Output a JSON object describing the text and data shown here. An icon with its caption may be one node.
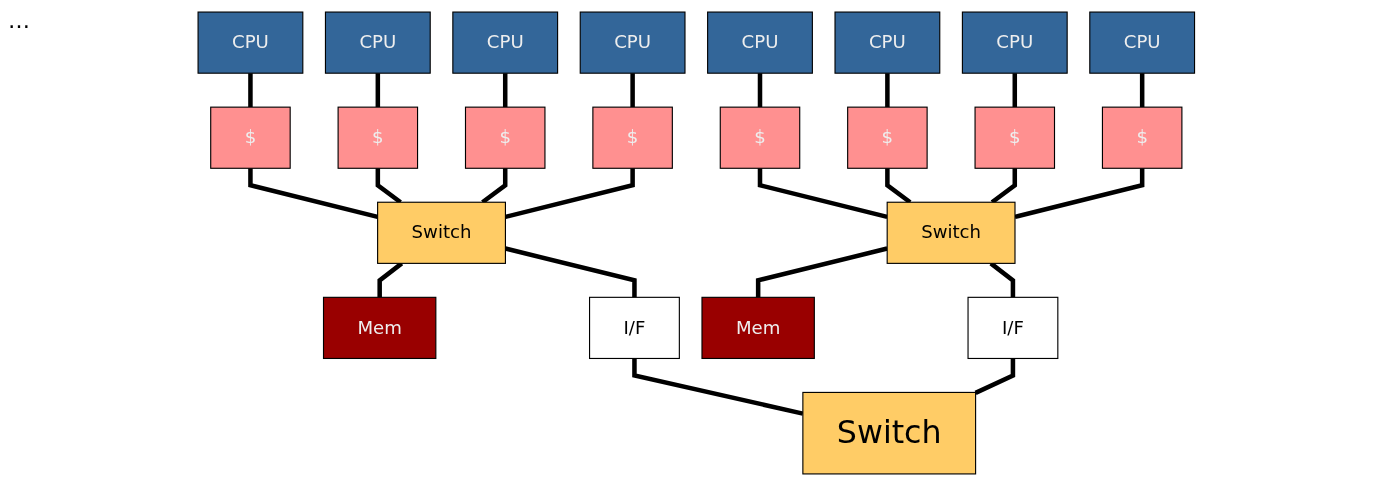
{
  "diagram": {
    "nodes": [
      {
        "text": [
          "CPU"
        ]
      },
      {
        "text": [
          "CPU"
        ]
      },
      {
        "text": [
          "CPU"
        ]
      },
      {
        "text": [
          "CPU"
        ]
      },
      {
        "text": [
          "CPU"
        ]
      },
      {
        "text": [
          "CPU"
        ]
      },
      {
        "text": [
          "CPU"
        ]
      },
      {
        "text": [
          "CPU"
        ]
      },
      {
        "text": [
          "$"
        ]
      },
      {
        "text": [
          "$"
        ]
      },
      {
        "text": [
          "$"
        ]
      },
      {
        "text": [
          "$"
        ]
      },
      {
        "text": [
          "$"
        ]
      },
      {
        "text": [
          "$"
        ]
      },
      {
        "text": [
          "$"
        ]
      },
      {
        "text": [
          "$"
        ]
      },
      {
        "text": [
          "Switch"
        ]
      },
      {
        "text": [
          "Switch"
        ]
      },
      {
        "text": [
          "Mem"
        ]
      },
      {
        "text": [
          "I/F"
        ]
      },
      {
        "text": [
          "Mem"
        ]
      },
      {
        "text": [
          "I/F"
        ]
      },
      {
        "text": [
          "Switch"
        ]
      }
    ],
    "edges": [
      {
        "from": 0,
        "to": 8,
        "arrow": "none"
      },
      {
        "from": 1,
        "to": 9,
        "arrow": "none"
      },
      {
        "from": 2,
        "to": 10,
        "arrow": "none"
      },
      {
        "from": 3,
        "to": 11,
        "arrow": "none"
      },
      {
        "from": 4,
        "to": 12,
        "arrow": "none"
      },
      {
        "from": 5,
        "to": 13,
        "arrow": "none"
      },
      {
        "from": 6,
        "to": 14,
        "arrow": "none"
      },
      {
        "from": 7,
        "to": 15,
        "arrow": "none"
      },
      {
        "from": 8,
        "to": 16,
        "arrow": "none"
      },
      {
        "from": 9,
        "to": 16,
        "arrow": "none"
      },
      {
        "from": 10,
        "to": 16,
        "arrow": "none"
      },
      {
        "from": 11,
        "to": 16,
        "arrow": "none"
      },
      {
        "from": 12,
        "to": 17,
        "arrow": "none"
      },
      {
        "from": 13,
        "to": 17,
        "arrow": "none"
      },
      {
        "from": 14,
        "to": 17,
        "arrow": "none"
      },
      {
        "from": 15,
        "to": 17,
        "arrow": "none"
      },
      {
        "from": 16,
        "to": 18,
        "arrow": "none"
      },
      {
        "from": 16,
        "to": 19,
        "arrow": "none"
      },
      {
        "from": 17,
        "to": 20,
        "arrow": "none"
      },
      {
        "from": 17,
        "to": 21,
        "arrow": "none"
      },
      {
        "from": 19,
        "to": 22,
        "arrow": "none"
      },
      {
        "from": 21,
        "to": 22,
        "arrow": "none"
      }
    ],
    "labels": [
      "…"
    ]
  }
}
